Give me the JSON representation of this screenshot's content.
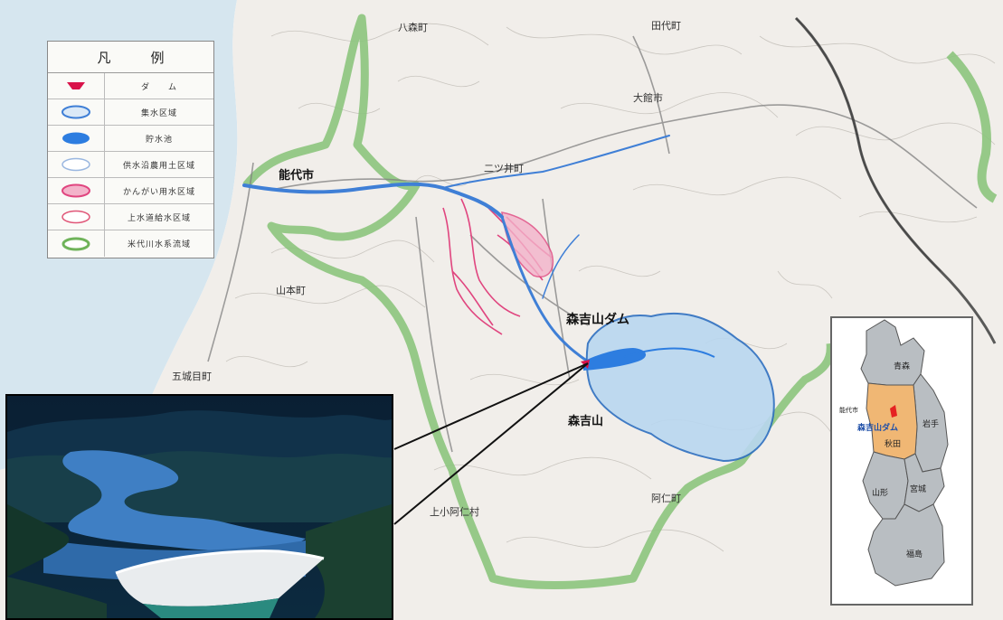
{
  "legend": {
    "title_left": "凡",
    "title_right": "例",
    "items": [
      {
        "label": "ダ　　ム",
        "symbol": "dam-icon",
        "color": "#d9134a"
      },
      {
        "label": "集水区域",
        "symbol": "catchment-outline-icon",
        "color": "#3f7fd6"
      },
      {
        "label": "貯水池",
        "symbol": "reservoir-fill-icon",
        "color": "#2d7de0"
      },
      {
        "label": "供水沿農用土区域",
        "symbol": "irrigation-outline-icon",
        "color": "#9ab7e0"
      },
      {
        "label": "かんがい用水区域",
        "symbol": "irrigation-area-icon",
        "color": "#e0457f"
      },
      {
        "label": "上水道給水区域",
        "symbol": "water-supply-outline-icon",
        "color": "#e05577"
      },
      {
        "label": "米代川水系流域",
        "symbol": "basin-outline-icon",
        "color": "#6fb35a"
      }
    ]
  },
  "map": {
    "labels": {
      "noshiro": "能代市",
      "kitaakita": "大館市",
      "futatsui": "二ツ井町",
      "dam": "森吉山ダム",
      "moriyoshi": "森吉山",
      "yamamoto": "山本町",
      "tashiro": "田代町",
      "gojome": "五城目町",
      "hachimori": "八森町",
      "ani": "阿仁町",
      "kamikoani": "上小阿仁村"
    }
  },
  "inset": {
    "labels": {
      "aomori": "青森",
      "iwate": "岩手",
      "akita": "秋田",
      "dam": "森吉山ダム",
      "yamagata": "山形",
      "miyagi": "宮城",
      "fukushima": "福島",
      "noshiro": "能代市"
    },
    "colors": {
      "akita": "#f0b774",
      "other": "#b9bec2",
      "dam": "#e52222"
    }
  },
  "colors": {
    "sea": "#d6e6ef",
    "land": "#f1eeea",
    "basin": "#8cc47d",
    "reservoir": "#76b3e6",
    "river": "#3f7fd6",
    "irrigation": "#e0457f"
  }
}
